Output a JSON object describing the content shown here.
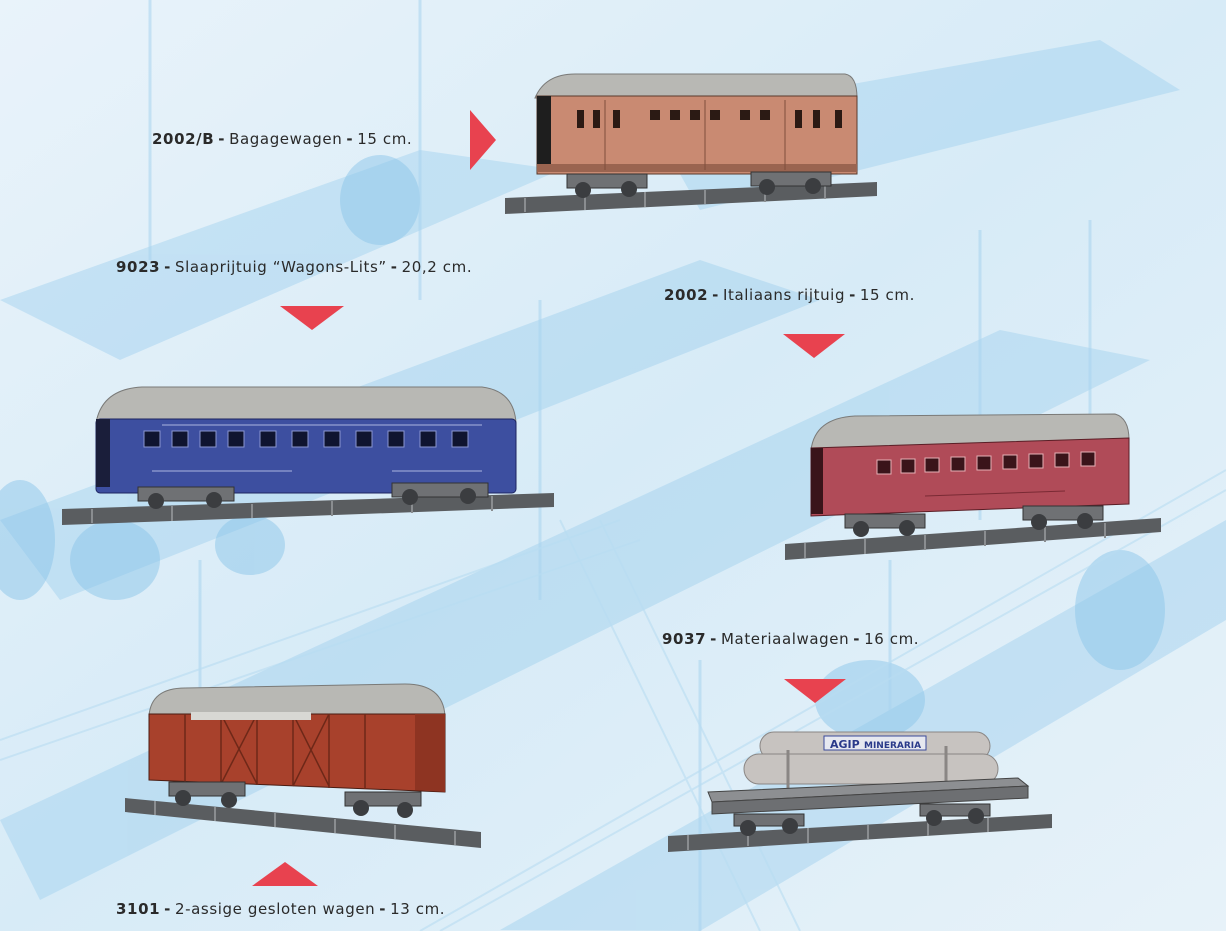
{
  "products": [
    {
      "code": "2002/B",
      "name": "Bagagewagen",
      "length": "15 cm."
    },
    {
      "code": "9023",
      "name": "Slaaprijtuig “Wagons-Lits”",
      "length": "20,2 cm."
    },
    {
      "code": "2002",
      "name": "Italiaans rijtuig",
      "length": "15 cm."
    },
    {
      "code": "9037",
      "name": "Materiaalwagen",
      "length": "16 cm."
    },
    {
      "code": "3101",
      "name": "2-assige gesloten wagen",
      "length": "13 cm."
    }
  ],
  "load_label": {
    "brand": "AGIP",
    "text": "MINERARIA"
  },
  "colors": {
    "arrow": "#e8424f",
    "baggage_car": "#c98a72",
    "sleeper_car": "#3d4fa0",
    "italian_coach": "#b04b58",
    "boxcar": "#a8412c",
    "roof": "#b8b8b4"
  },
  "icons": {
    "pointer": "triangle-arrow-icon"
  }
}
